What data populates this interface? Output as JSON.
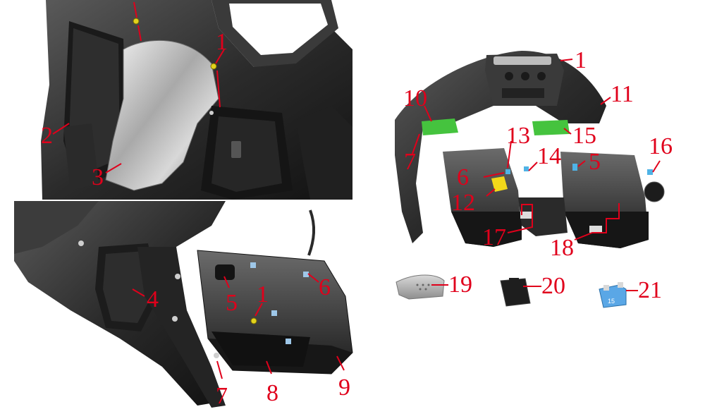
{
  "diagram": {
    "accent_color": "#e0001b",
    "callouts": {
      "c1_top": "1",
      "c2": "2",
      "c3": "3",
      "c4": "4",
      "c5_left": "5",
      "c1_mid": "1",
      "c6_left": "6",
      "c7_left": "7",
      "c8": "8",
      "c9": "9",
      "c1_right": "1",
      "c10": "10",
      "c11": "11",
      "c13": "13",
      "c14": "14",
      "c15": "15",
      "c16": "16",
      "c7_right": "7",
      "c6_right": "6",
      "c5_right": "5",
      "c12": "12",
      "c17": "17",
      "c18": "18",
      "c19": "19",
      "c20": "20",
      "c21": "21"
    },
    "fuse_label": "15"
  }
}
